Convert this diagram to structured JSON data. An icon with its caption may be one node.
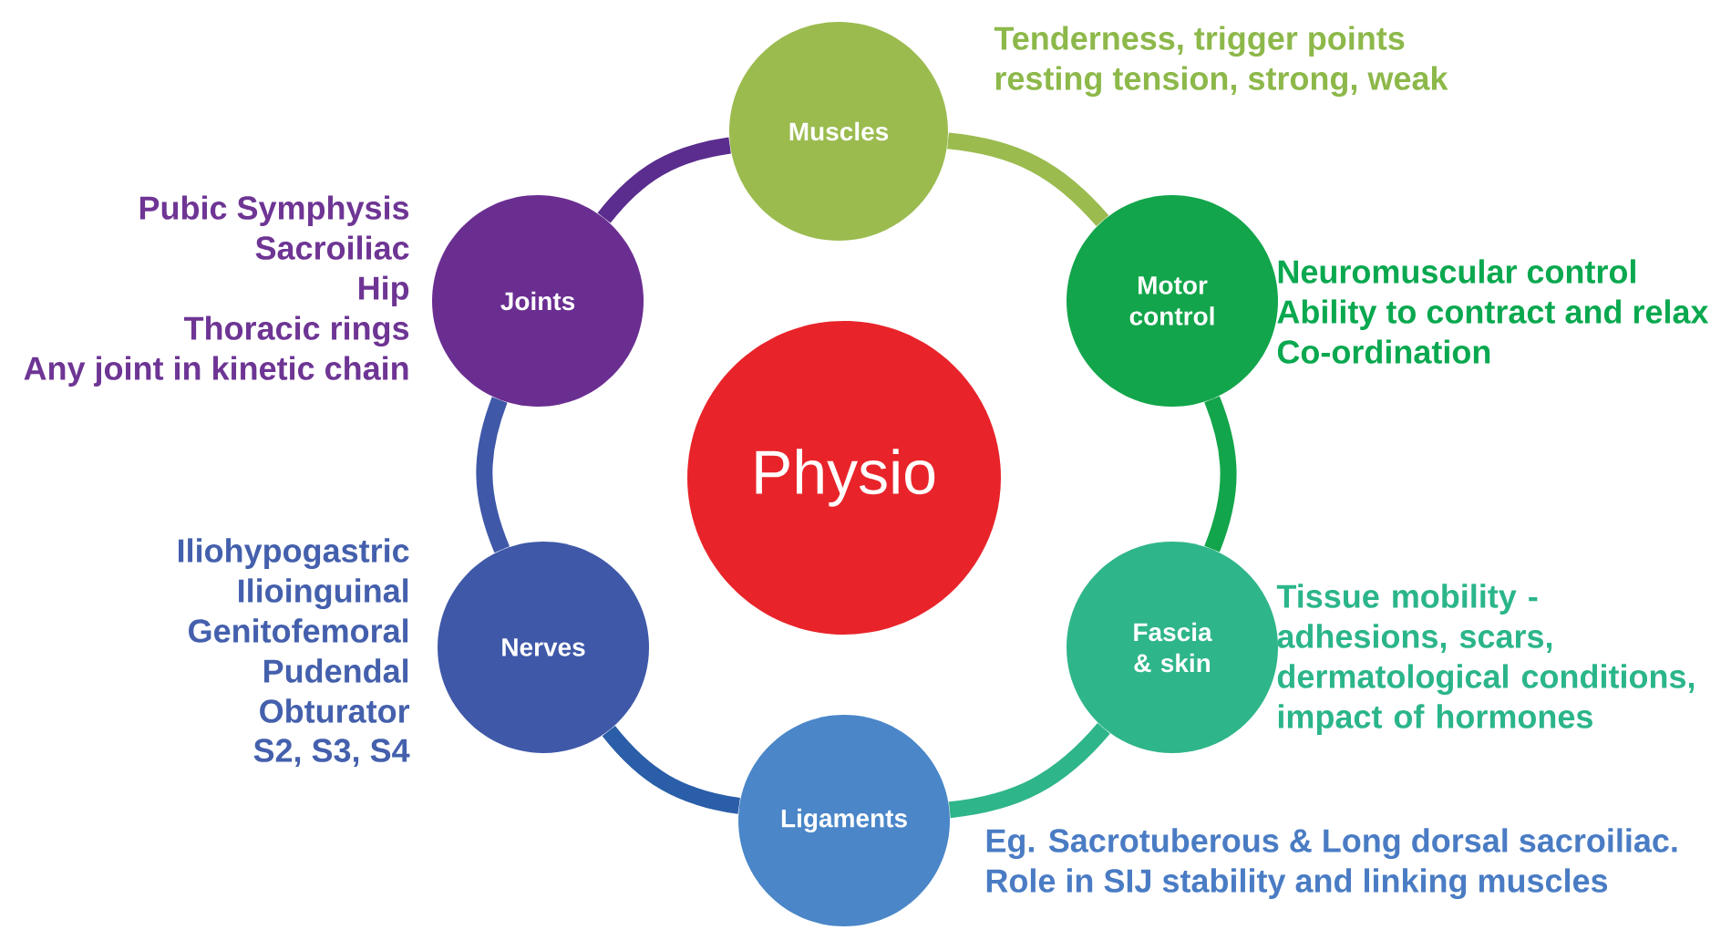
{
  "diagram": {
    "nodes": [
      {
        "text": [
          "Physio"
        ]
      },
      {
        "text": [
          "Muscles"
        ],
        "beside": [
          "Tenderness, trigger points",
          "resting tension, strong, weak"
        ]
      },
      {
        "text": [
          "Motor control"
        ],
        "beside": [
          "Neuromuscular control",
          "Ability to contract and relax",
          "Co-ordination"
        ]
      },
      {
        "text": [
          "Fascia & skin"
        ],
        "beside": [
          "Tissue mobility - adhesions, scars, dermatological conditions, impact of hormones"
        ]
      },
      {
        "text": [
          "Ligaments"
        ],
        "beside": [
          "Eg. Sacrotuberous & Long dorsal sacroiliac.",
          "Role in SIJ stability and linking muscles"
        ]
      },
      {
        "text": [
          "Nerves"
        ],
        "beside": [
          "Iliohypogastric",
          "Ilioinguinal",
          "Genitofemoral",
          "Pudendal",
          "Obturator",
          "S2, S3, S4"
        ]
      },
      {
        "text": [
          "Joints"
        ],
        "beside": [
          "Pubic Symphysis",
          "Sacroiliac",
          "Hip",
          "Thoracic rings",
          "Any joint in kinetic chain"
        ]
      }
    ],
    "edges": [
      {
        "from": 1,
        "to": 2,
        "arrow": "none",
        "color": "#9bbb4f"
      },
      {
        "from": 2,
        "to": 3,
        "arrow": "none",
        "color": "#13a54b"
      },
      {
        "from": 3,
        "to": 4,
        "arrow": "none",
        "color": "#2fb58a"
      },
      {
        "from": 4,
        "to": 5,
        "arrow": "none",
        "color": "#2a5ea8"
      },
      {
        "from": 5,
        "to": 6,
        "arrow": "none",
        "color": "#3f58a8"
      },
      {
        "from": 6,
        "to": 1,
        "arrow": "none",
        "color": "#5b2d8e"
      }
    ]
  }
}
